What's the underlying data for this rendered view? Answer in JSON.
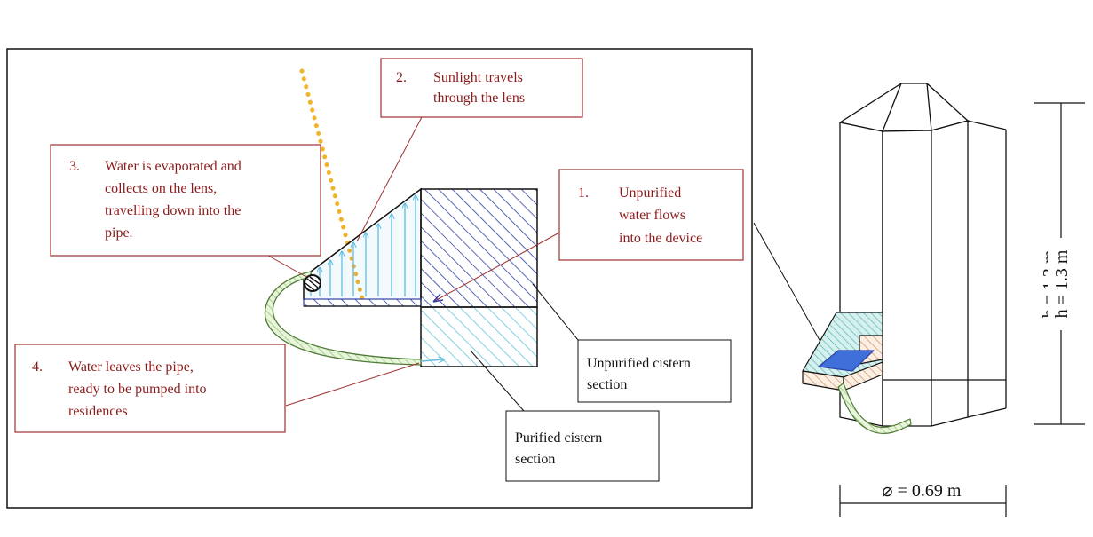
{
  "callouts": {
    "step1": {
      "number": "1.",
      "lines": [
        "Unpurified",
        "water flows",
        "into the device"
      ]
    },
    "step2": {
      "number": "2.",
      "lines": [
        "Sunlight travels",
        "through the lens"
      ]
    },
    "step3": {
      "number": "3.",
      "lines": [
        "Water is evaporated and",
        "collects on the lens,",
        "travelling down into the",
        "pipe."
      ]
    },
    "step4": {
      "number": "4.",
      "lines": [
        "Water leaves the pipe,",
        "ready to be pumped into",
        "residences"
      ]
    }
  },
  "labels": {
    "unpurified": [
      "Unpurified cistern",
      "section"
    ],
    "purified": [
      "Purified cistern",
      "section"
    ]
  },
  "dimensions": {
    "height": "h = 1.3 m",
    "diameter": "⌀ = 0.69 m"
  },
  "colors": {
    "callout_text": "#8b1a1a",
    "callout_border": "#a03030",
    "sunlight": "#f0b429",
    "unpurified_water": "#2f3fa8",
    "purified_water": "#5ec8d8",
    "pipe": "#8fc26a",
    "lens_arrows": "#62bfe0",
    "hopper_orange": "#c98a5a"
  }
}
